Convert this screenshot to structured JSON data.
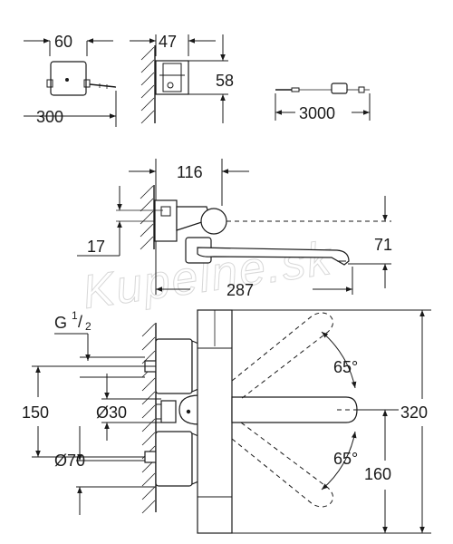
{
  "top_views": {
    "width": "60",
    "depth": "47",
    "height": "58",
    "cable_short": "300",
    "cable_long": "3000"
  },
  "side_view": {
    "depth": "116",
    "offset": "17",
    "spout_height": "71",
    "spout_length": "287"
  },
  "front_view": {
    "thread": "G",
    "thread_fraction_num": "1",
    "thread_fraction_den": "2",
    "spacing": "150",
    "dia_small": "Ø30",
    "dia_large": "Ø70",
    "angle_upper": "65°",
    "angle_lower": "65°",
    "total_height": "320",
    "lower_height": "160"
  },
  "watermark": "Kupelne.sk"
}
